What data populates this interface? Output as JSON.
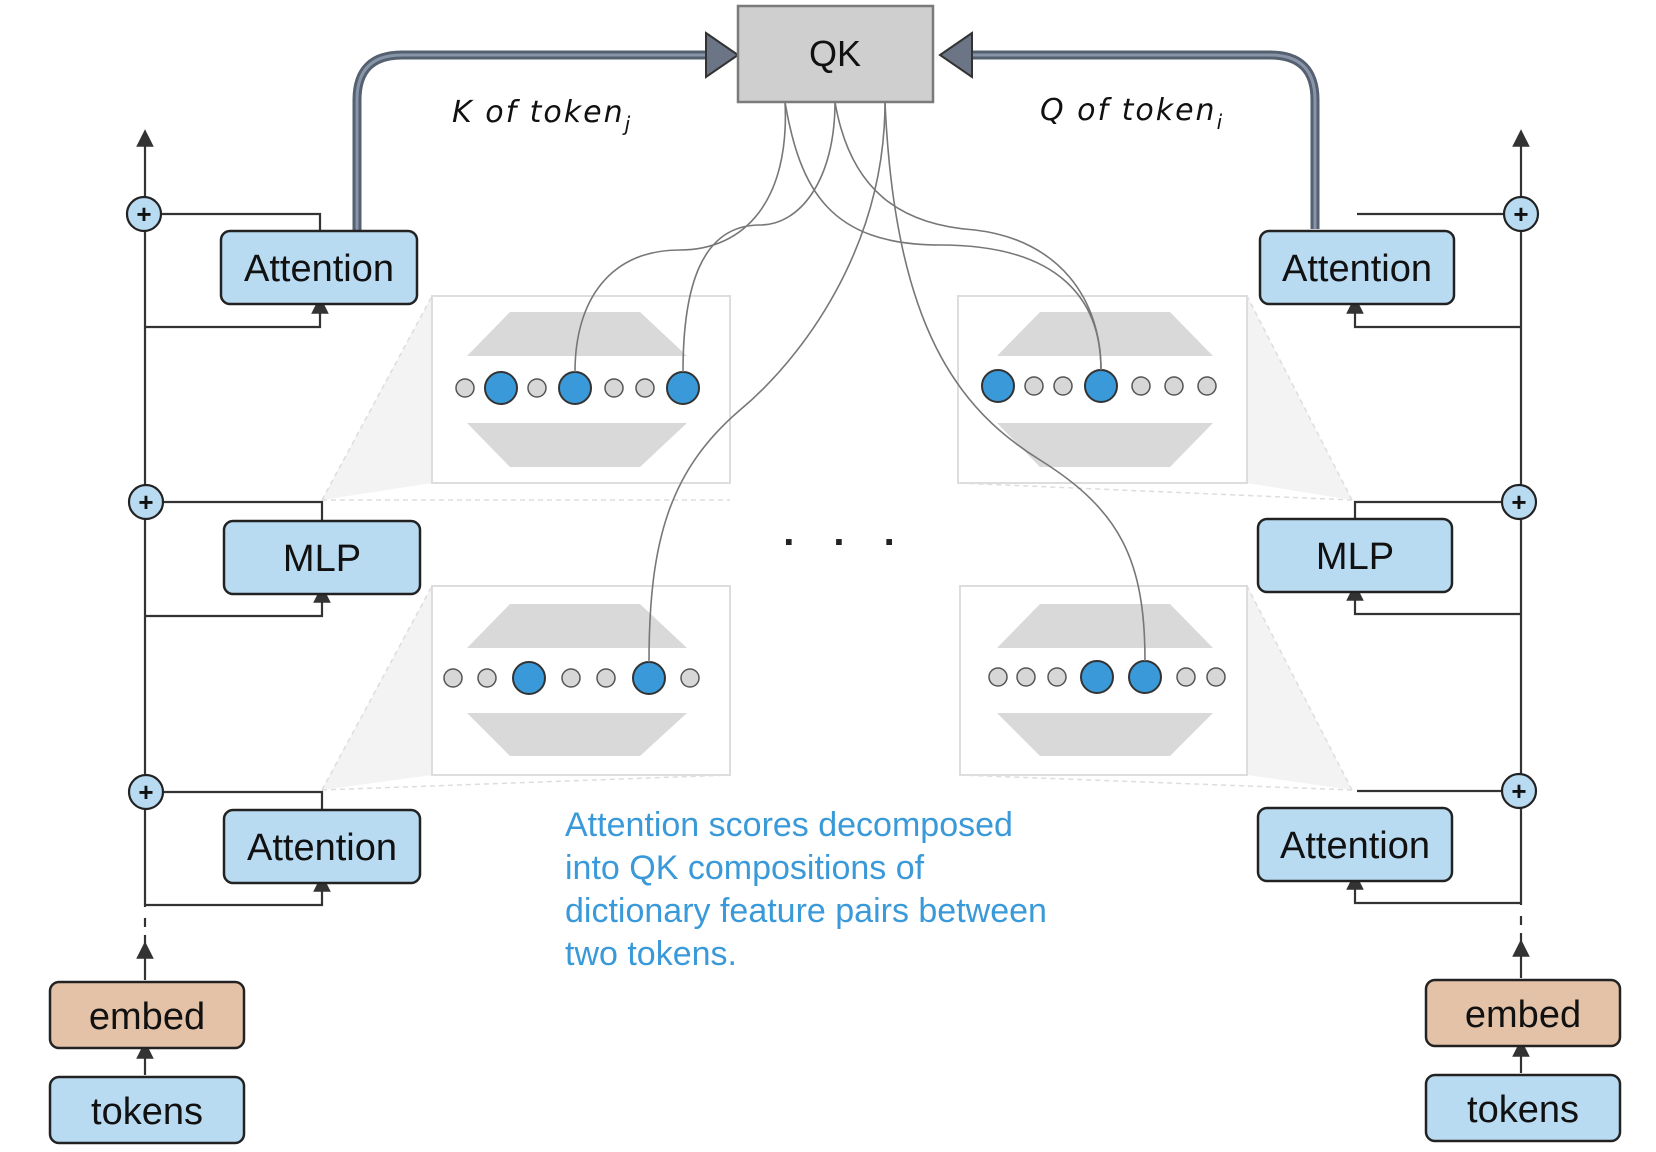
{
  "qk_box": {
    "label": "QK"
  },
  "arrow_labels": {
    "left": {
      "main": "K of token",
      "sub": "j"
    },
    "right": {
      "main": "Q of token",
      "sub": "i"
    }
  },
  "left_stack": {
    "top_attention": "Attention",
    "mlp": "MLP",
    "bottom_attention": "Attention",
    "embed": "embed",
    "tokens": "tokens"
  },
  "right_stack": {
    "top_attention": "Attention",
    "mlp": "MLP",
    "bottom_attention": "Attention",
    "embed": "embed",
    "tokens": "tokens"
  },
  "ellipsis": ". . .",
  "caption": [
    "Attention scores decomposed",
    "into QK compositions of",
    "dictionary feature pairs between",
    "two tokens."
  ],
  "plus_symbol": "+",
  "colors": {
    "block_fill": "#b9dbf2",
    "embed_fill": "#e4c2a8",
    "qk_fill": "#cfcfcf",
    "feature_active": "#3a9ad9",
    "feature_inactive": "#d7d7d7",
    "caption": "#3a9ad9"
  }
}
